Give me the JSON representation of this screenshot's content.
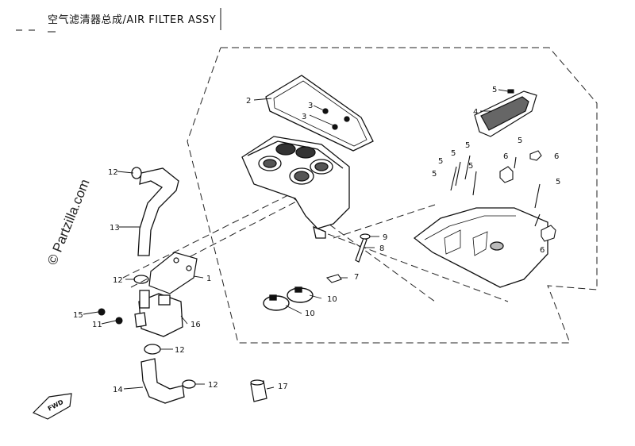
{
  "header": {
    "title": "空气滤清器总成/AIR FILTER ASSY"
  },
  "watermark": {
    "text": "© Partzilla.com"
  },
  "direction_badge": {
    "text": "FWD"
  },
  "callouts": [
    "1",
    "2",
    "3",
    "3",
    "4",
    "5",
    "5",
    "5",
    "5",
    "5",
    "5",
    "5",
    "5",
    "6",
    "6",
    "6",
    "7",
    "8",
    "9",
    "10",
    "10",
    "11",
    "12",
    "12",
    "12",
    "12",
    "13",
    "14",
    "15",
    "16",
    "17"
  ]
}
